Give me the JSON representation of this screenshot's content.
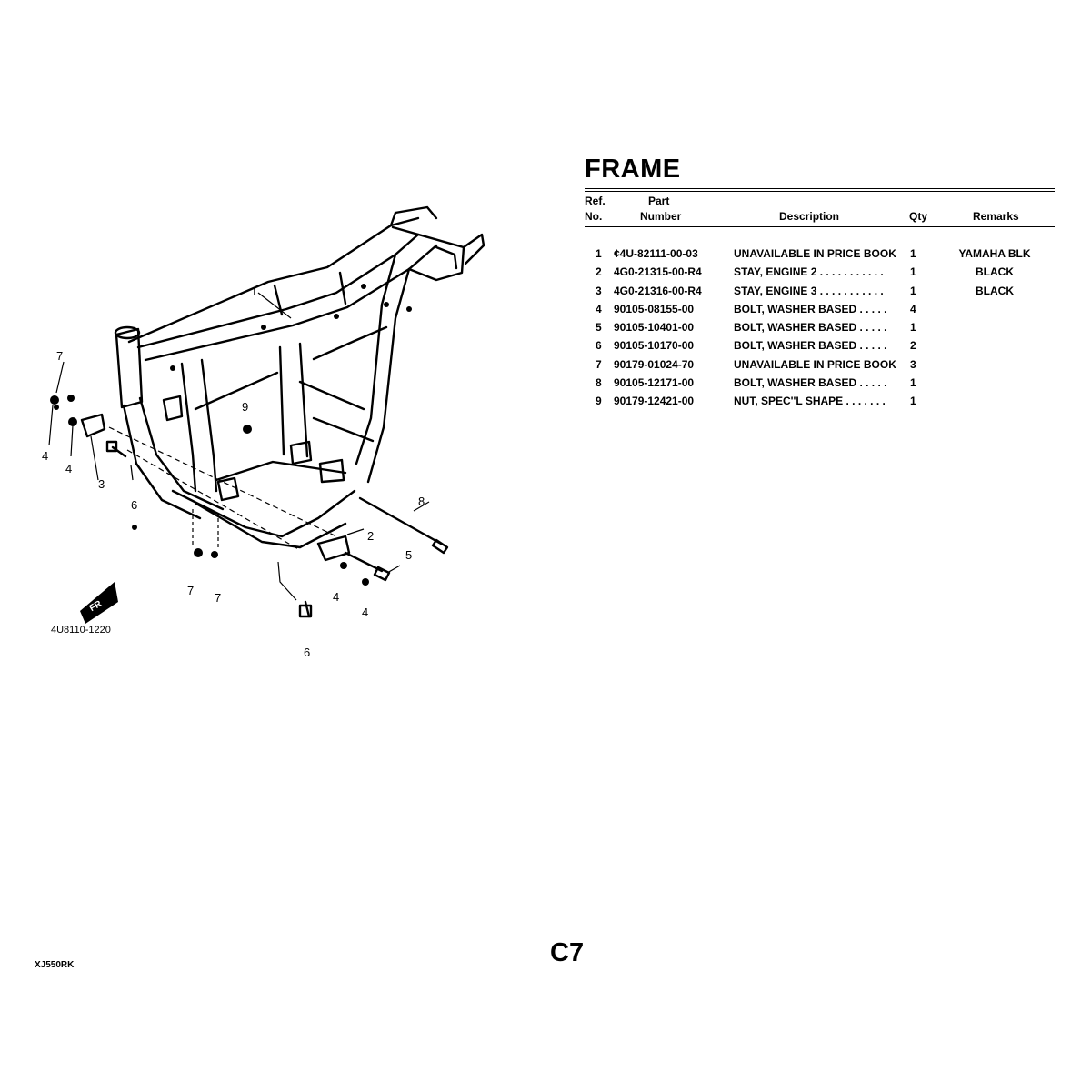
{
  "title": "FRAME",
  "table": {
    "headers": {
      "ref_top": "Ref.",
      "ref_bottom": "No.",
      "part_top": "Part",
      "part_bottom": "Number",
      "description": "Description",
      "qty": "Qty",
      "remarks": "Remarks"
    },
    "rows": [
      {
        "ref": "1",
        "part_number": "¢4U-82111-00-03",
        "description": "UNAVAILABLE IN PRICE BOOK",
        "qty": "1",
        "remarks": "YAMAHA BLK"
      },
      {
        "ref": "2",
        "part_number": "4G0-21315-00-R4",
        "description": "STAY, ENGINE 2   . . . . . . . . . . .",
        "qty": "1",
        "remarks": "BLACK"
      },
      {
        "ref": "3",
        "part_number": "4G0-21316-00-R4",
        "description": "STAY, ENGINE 3   . . . . . . . . . . .",
        "qty": "1",
        "remarks": "BLACK"
      },
      {
        "ref": "4",
        "part_number": "90105-08155-00",
        "description": "BOLT, WASHER BASED    . . . . .",
        "qty": "4",
        "remarks": ""
      },
      {
        "ref": "5",
        "part_number": "90105-10401-00",
        "description": "BOLT, WASHER BASED    . . . . .",
        "qty": "1",
        "remarks": ""
      },
      {
        "ref": "6",
        "part_number": "90105-10170-00",
        "description": "BOLT, WASHER BASED    . . . . .",
        "qty": "2",
        "remarks": ""
      },
      {
        "ref": "7",
        "part_number": "90179-01024-70",
        "description": "UNAVAILABLE IN PRICE BOOK",
        "qty": "3",
        "remarks": ""
      },
      {
        "ref": "8",
        "part_number": "90105-12171-00",
        "description": "BOLT, WASHER BASED    . . . . .",
        "qty": "1",
        "remarks": ""
      },
      {
        "ref": "9",
        "part_number": "90179-12421-00",
        "description": "NUT, SPEC''L SHAPE    . . . . . . .",
        "qty": "1",
        "remarks": ""
      }
    ]
  },
  "diagram": {
    "callouts": {
      "c1": "1",
      "c2": "2",
      "c3": "3",
      "c4a": "4",
      "c4b": "4",
      "c4c": "4",
      "c4d": "4",
      "c5": "5",
      "c6a": "6",
      "c6b": "6",
      "c7a": "7",
      "c7b": "7",
      "c7c": "7",
      "c8": "8",
      "c9": "9"
    },
    "drawing_code": "4U8110-1220",
    "badge_text": "FR"
  },
  "footer": {
    "model": "XJ550RK",
    "page_code": "C7"
  }
}
